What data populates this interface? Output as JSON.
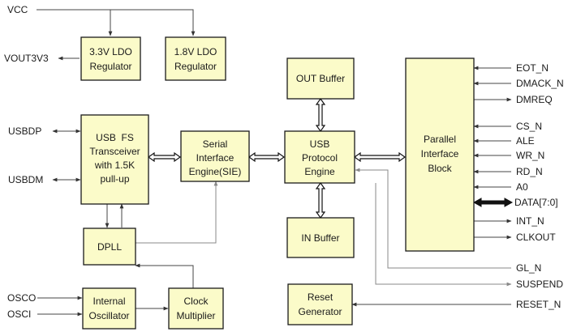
{
  "blocks": {
    "ldo_33": [
      "3.3V LDO",
      "Regulator"
    ],
    "ldo_18": [
      "1.8V LDO",
      "Regulator"
    ],
    "usb_transceiver": [
      "USB  FS",
      "Transceiver",
      "with 1.5K",
      "pull-up"
    ],
    "sie": [
      "Serial",
      "Interface",
      "Engine(SIE)"
    ],
    "usb_protocol": [
      "USB",
      "Protocol",
      "Engine"
    ],
    "out_buffer": [
      "OUT Buffer"
    ],
    "in_buffer": [
      "IN Buffer"
    ],
    "parallel_interface": [
      "Parallel",
      "Interface",
      "Block"
    ],
    "dpll": [
      "DPLL"
    ],
    "internal_oscillator": [
      "Internal",
      "Oscillator"
    ],
    "clock_multiplier": [
      "Clock",
      "Multiplier"
    ],
    "reset_generator": [
      "Reset",
      "Generator"
    ]
  },
  "left_signals": {
    "vcc": "VCC",
    "vout3v3": "VOUT3V3",
    "usbdp": "USBDP",
    "usbdm": "USBDM",
    "osco": "OSCO",
    "osci": "OSCI"
  },
  "right_signals": {
    "eot_n": "EOT_N",
    "dmack_n": "DMACK_N",
    "dmreq": "DMREQ",
    "cs_n": "CS_N",
    "ale": "ALE",
    "wr_n": "WR_N",
    "rd_n": "RD_N",
    "a0": "A0",
    "data": "DATA[7:0]",
    "int_n": "INT_N",
    "clkout": "CLKOUT",
    "gl_n": "GL_N",
    "suspend": "SUSPEND",
    "reset_n": "RESET_N"
  },
  "colors": {
    "block_fill": "#fbfbc9",
    "line": "#444444"
  }
}
